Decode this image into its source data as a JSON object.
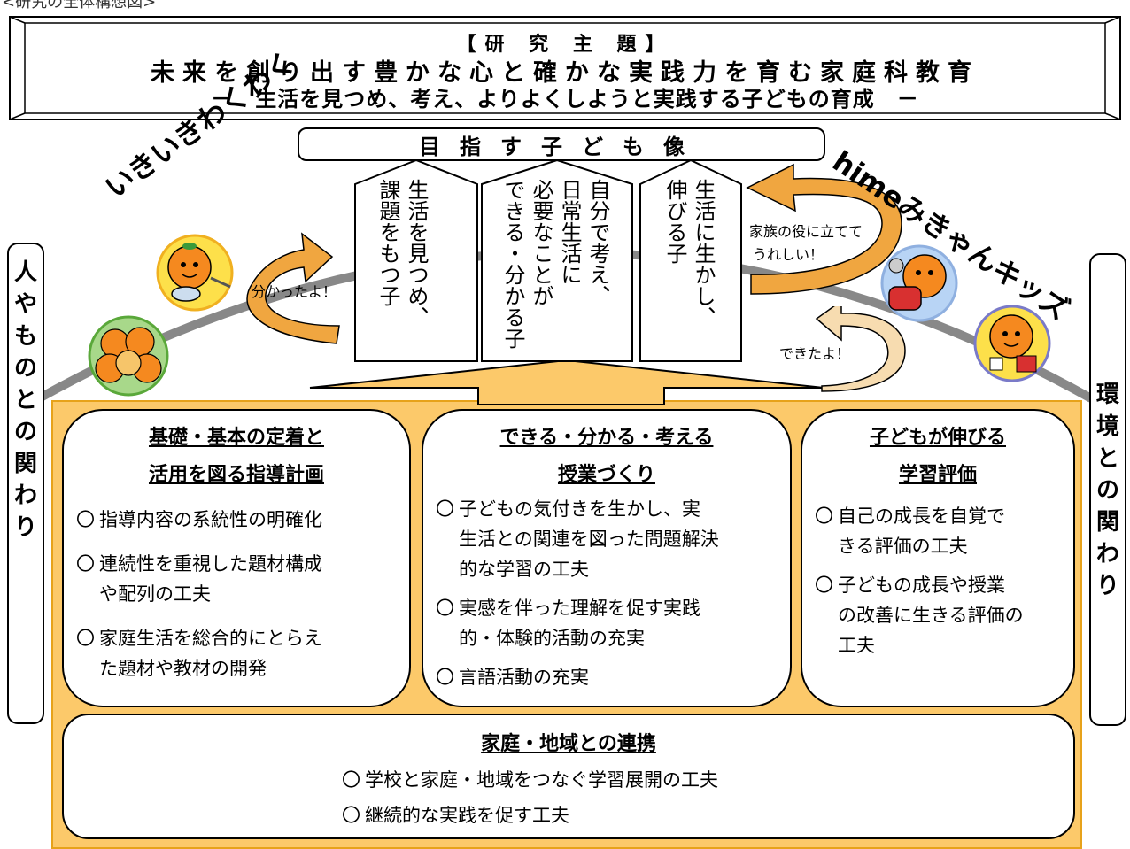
{
  "caption": "<研究の全体構想図>",
  "header": {
    "line1": "【研 究 主 題】",
    "line2": "未来を創り出す豊かな心と確かな実践力を育む家庭科教育",
    "line3": "－　生活を見つめ、考え、よりよくしようと実践する子どもの育成　－"
  },
  "goal_banner": "目指す子ども像",
  "goals": [
    {
      "text": "生活を見つめ、\n課題をもつ子"
    },
    {
      "text": "自分で考え、\n日常生活に\n必要なことが\nできる・分かる子"
    },
    {
      "text": "生活に生かし、\n伸びる子"
    }
  ],
  "left_slogan": "いきいきわくわく",
  "right_slogan": "himeみきゃんキッズ",
  "speech": {
    "understood": "分かったよ！",
    "done": "できたよ！",
    "family_1": "家族の役に立てて",
    "family_2": "うれしい！"
  },
  "left_side": "人やものとの関わり",
  "right_side": "環境との関わり",
  "panels": [
    {
      "title_1": "基礎・基本の定着と",
      "title_2": "活用を図る指導計画",
      "items": [
        {
          "mark": "〇",
          "line1": "指導内容の系統性の明確化",
          "line2": ""
        },
        {
          "mark": "〇",
          "line1": "連続性を重視した題材構成",
          "line2": "や配列の工夫"
        },
        {
          "mark": "〇",
          "line1": "家庭生活を総合的にとらえ",
          "line2": "た題材や教材の開発"
        }
      ]
    },
    {
      "title_1": "できる・分かる・考える",
      "title_2": "授業づくり",
      "items": [
        {
          "mark": "〇",
          "line1": "子どもの気付きを生かし、実",
          "line2": "生活との関連を図った問題解決",
          "line3": "的な学習の工夫"
        },
        {
          "mark": "〇",
          "line1": "実感を伴った理解を促す実践",
          "line2": "的・体験的活動の充実",
          "line3": ""
        },
        {
          "mark": "〇",
          "line1": "言語活動の充実",
          "line2": "",
          "line3": ""
        }
      ]
    },
    {
      "title_1": "子どもが伸びる",
      "title_2": "学習評価",
      "items": [
        {
          "mark": "〇",
          "line1": "自己の成長を自覚で",
          "line2": "きる評価の工夫",
          "line3": ""
        },
        {
          "mark": "〇",
          "line1": "子どもの成長や授業",
          "line2": "の改善に生きる評価の",
          "line3": "工夫"
        }
      ]
    }
  ],
  "bottom_panel": {
    "title": "家庭・地域との連携",
    "items": [
      {
        "mark": "〇",
        "text": "学校と家庭・地域をつなぐ学習展開の工夫"
      },
      {
        "mark": "〇",
        "text": "継続的な実践を促す工夫"
      }
    ]
  },
  "colors": {
    "orange_fill": "#fcc96a",
    "orange_border": "#e7a21a",
    "arrow_orange": "#f0a640",
    "arrow_light": "#f7dcb0",
    "mascot_orange": "#f5891f",
    "halo_yellow": "#fde04a",
    "halo_blue": "#b8d4f5",
    "halo_green": "#a8d88a"
  }
}
